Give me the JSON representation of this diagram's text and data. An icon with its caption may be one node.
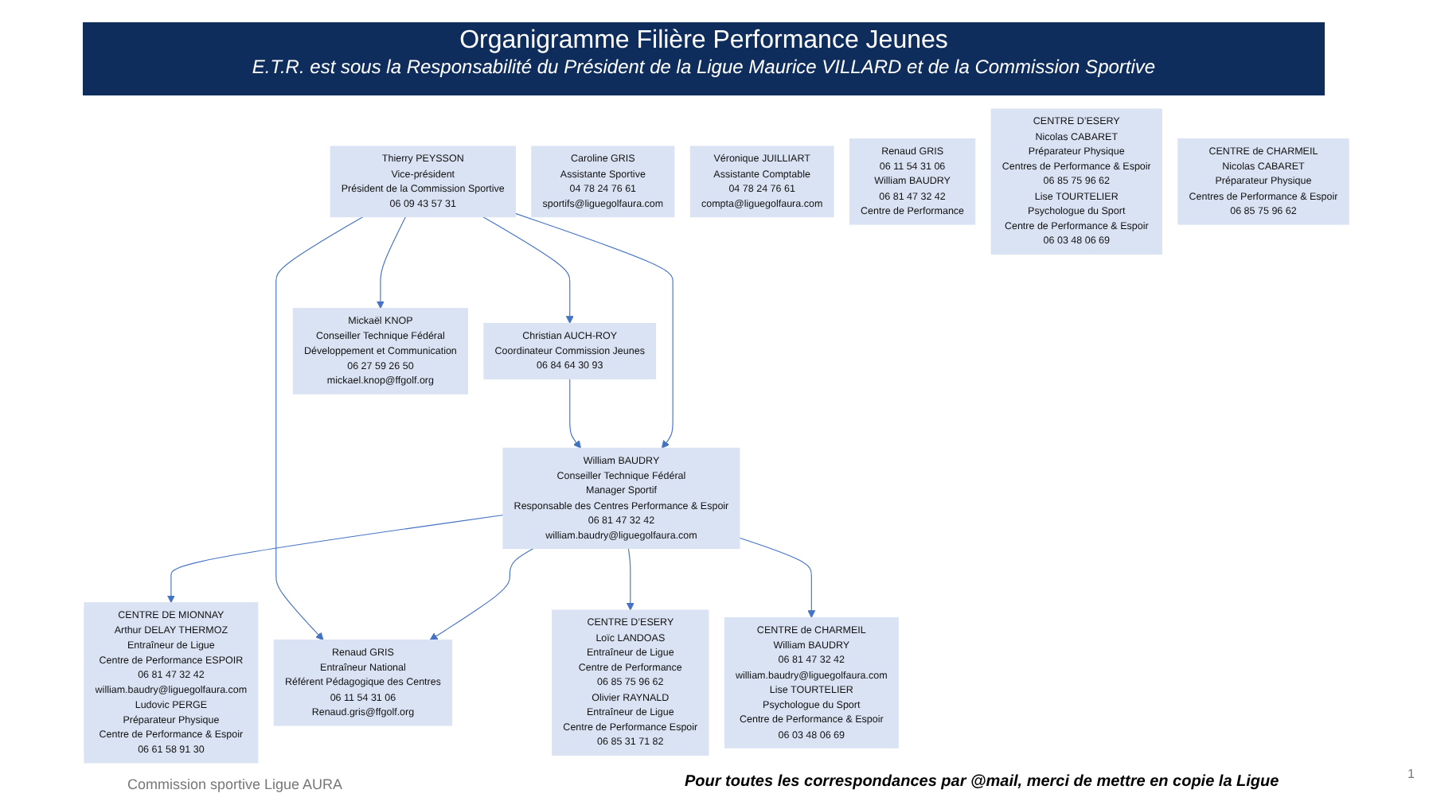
{
  "diagram": {
    "title": "Organigramme Filière Performance Jeunes",
    "nodes": [
      {
        "text": [
          "Christian AUCH-ROY",
          "Coordinateur Commission Jeunes",
          "06 84 64 30 93"
        ]
      },
      {
        "text": [
          "Thierry PEYSSON",
          "Vice-président",
          "Président de la Commission Sportive",
          "06 09 43 57 31"
        ]
      },
      {
        "text": [
          "Caroline GRIS",
          "Assistante Sportive",
          "04 78 24 76 61",
          "sportifs@liguegolfaura.com"
        ]
      },
      {
        "text": [
          "Véronique JUILLIART",
          "Assistante Comptable",
          "04 78 24 76 61",
          "compta@liguegolfaura.com"
        ]
      },
      {
        "text": [
          "CENTRE DE MIONNAY",
          "Arthur DELAY THERMOZ",
          "Entraîneur de Ligue",
          "Centre de Performance ESPOIR",
          "06 81 47 32 42",
          "william.baudry@liguegolfaura.com",
          "Ludovic PERGE",
          "Préparateur Physique",
          "Centre de Performance & Espoir",
          "06 61 58 91 30"
        ]
      },
      {
        "text": [
          "Renaud GRIS",
          "06 11 54 31 06",
          "William BAUDRY",
          "06 81 47 32 42",
          "Centre de Performance"
        ]
      },
      {
        "text": [
          "William BAUDRY",
          "Conseiller Technique Fédéral",
          "Manager Sportif",
          "Responsable des Centres Performance & Espoir",
          "06 81 47 32 42",
          "william.baudry@liguegolfaura.com"
        ]
      },
      {
        "text": [
          "Renaud GRIS",
          "Entraîneur National",
          "Référent Pédagogique des Centres",
          "06 11 54 31 06",
          "Renaud.gris@ffgolf.org"
        ]
      },
      {
        "text": [
          "Mickaël KNOP",
          "Conseiller Technique Fédéral",
          "Développement et Communication",
          "06 27 59 26 50",
          "mickael.knop@ffgolf.org"
        ]
      },
      {
        "text": [
          "CENTRE D’ESERY",
          "Loïc LANDOAS",
          "Entraîneur de Ligue",
          "Centre de Performance",
          "06 85 75 96 62",
          "Olivier RAYNALD",
          "Entraîneur de Ligue",
          "Centre de Performance Espoir",
          "06 85 31 71 82"
        ]
      },
      {
        "text": [
          "CENTRE D’ESERY",
          "Nicolas CABARET",
          "Préparateur Physique",
          "Centres de Performance & Espoir",
          "06 85 75 96 62",
          "Lise TOURTELIER",
          "Psychologue du Sport",
          "Centre de Performance & Espoir",
          "06 03 48 06 69"
        ]
      },
      {
        "text": [
          "CENTRE de CHARMEIL",
          "William BAUDRY",
          "06 81 47 32 42",
          "william.baudry@liguegolfaura.com",
          "Lise TOURTELIER",
          "Psychologue du Sport",
          "Centre de Performance & Espoir",
          "06 03 48 06 69"
        ]
      },
      {
        "text": [
          "CENTRE de CHARMEIL",
          "Nicolas CABARET",
          "Préparateur Physique",
          "Centres de Performance & Espoir",
          "06 85 75 96 62"
        ]
      }
    ],
    "edges": [
      {
        "from": 1,
        "to": 0,
        "arrow": "to"
      },
      {
        "from": 0,
        "to": 6,
        "arrow": "to"
      },
      {
        "from": 1,
        "to": 6,
        "arrow": "to"
      },
      {
        "from": 1,
        "to": 7,
        "arrow": "to"
      },
      {
        "from": 1,
        "to": 8,
        "arrow": "to"
      },
      {
        "from": 6,
        "to": 4,
        "arrow": "to"
      },
      {
        "from": 6,
        "to": 7,
        "arrow": "to"
      },
      {
        "from": 6,
        "to": 9,
        "arrow": "to"
      },
      {
        "from": 6,
        "to": 11,
        "arrow": "to"
      }
    ],
    "labels": [
      "E.T.R. est sous la Responsabilité du Président de la Ligue Maurice VILLARD et de la Commission Sportive",
      "Commission sportive Ligue AURA",
      "Pour toutes les correspondances par @mail, merci de mettre en copie la Ligue",
      "1"
    ]
  }
}
